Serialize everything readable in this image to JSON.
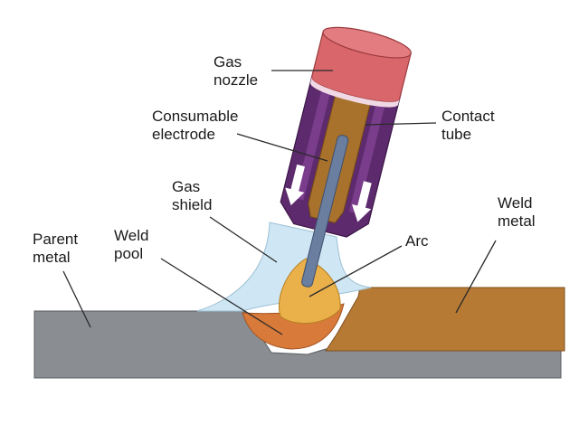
{
  "diagram": {
    "labels": {
      "gas_nozzle": [
        "Gas",
        "nozzle"
      ],
      "consumable_electrode": [
        "Consumable",
        "electrode"
      ],
      "contact_tube": [
        "Contact",
        "tube"
      ],
      "gas_shield": [
        "Gas",
        "shield"
      ],
      "weld_metal": [
        "Weld",
        "metal"
      ],
      "parent_metal": [
        "Parent",
        "metal"
      ],
      "weld_pool": [
        "Weld",
        "pool"
      ],
      "arc": "Arc"
    },
    "colors": {
      "parent_metal": "#8a8d92",
      "weld_metal": "#b77a35",
      "weld_pool": "#d87a3a",
      "arc": "#eab04a",
      "gas_shield": "#cfe7f5",
      "nozzle_cap": "#d9666a",
      "nozzle_body": "#5e2a6e",
      "contact_tube": "#a8712c",
      "electrode": "#6a7ea0"
    }
  }
}
